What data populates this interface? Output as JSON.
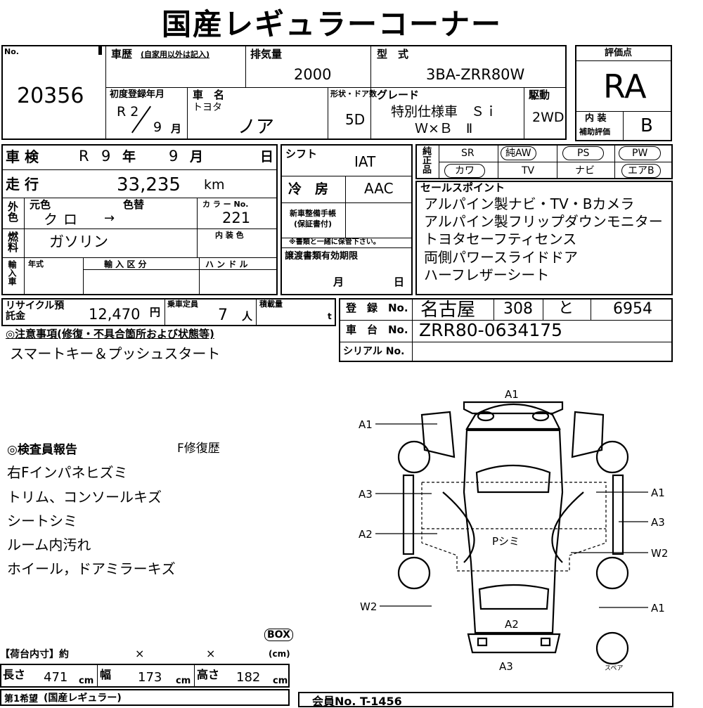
{
  "title": "国産レギュラーコーナー",
  "lot": {
    "label": "No.",
    "value": "20356"
  },
  "history": {
    "label": "車歴",
    "sub": "(自家用以外は記入)",
    "value": ""
  },
  "displacement": {
    "label": "排気量",
    "value": "2000"
  },
  "model": {
    "label": "型　式",
    "value": "3BA-ZRR80W"
  },
  "rating": {
    "label": "評価点",
    "value": "RA",
    "interior_label": "内 装",
    "interior_sub": "補助評価",
    "interior_value": "B"
  },
  "first_reg": {
    "label": "初度登録年月",
    "era": "R 2",
    "month": "9",
    "month_unit": "月"
  },
  "car_name": {
    "label": "車　名",
    "maker": "トヨタ",
    "value": "ノア"
  },
  "doors": {
    "label": "形状・ドア数",
    "value": "5D"
  },
  "grade": {
    "label": "グレード",
    "line1": "特別仕様車　Ｓｉ",
    "line2": "Ｗ×Ｂ　Ⅱ"
  },
  "drive": {
    "label": "駆動",
    "value": "2WD"
  },
  "inspection": {
    "label": "車 検",
    "era": "R",
    "year": "9",
    "year_unit": "年",
    "month": "9",
    "month_unit": "月",
    "day_unit": "日"
  },
  "mileage": {
    "label": "走 行",
    "value": "33,235",
    "unit": "km"
  },
  "shift": {
    "label": "シフト",
    "value": "IAT"
  },
  "ac": {
    "label": "冷　房",
    "value": "AAC"
  },
  "equipment": {
    "label": "純正品",
    "row1": [
      "SR",
      "純AW",
      "PS",
      "PW"
    ],
    "row2": [
      "カワ",
      "TV",
      "ナビ",
      "エアB"
    ]
  },
  "exterior": {
    "label": "外色",
    "orig_label": "元色",
    "change_label": "色替",
    "orig_value": "クロ",
    "change_value": "→",
    "colorno_label": "カ ラ ー No.",
    "colorno_value": "221",
    "interior_color_label": "内 装 色"
  },
  "warranty": {
    "label": "新車整備手帳(保証書付)",
    "note": "※書類と一緒に保管下さい。"
  },
  "fuel": {
    "label": "燃料",
    "value": "ガソリン"
  },
  "transfer": {
    "label": "譲渡書類有効期限",
    "month_unit": "月",
    "day_unit": "日"
  },
  "import": {
    "label": "輸入車",
    "year_label": "年式",
    "class_label": "輸 入 区 分",
    "handle_label": "ハ ン ド ル"
  },
  "sales": {
    "label": "セールスポイント",
    "points": [
      "アルパイン製ナビ・TV・Bカメラ",
      "アルパイン製フリップダウンモニター",
      "トヨタセーフティセンス",
      "両側パワースライドドア",
      "ハーフレザーシート"
    ]
  },
  "recycle": {
    "label": "リサイクル預託金",
    "value": "12,470",
    "unit": "円"
  },
  "capacity": {
    "label": "乗車定員",
    "value": "7",
    "unit": "人"
  },
  "load": {
    "label": "積載量",
    "unit": "t"
  },
  "registration": {
    "label": "登　録　No.",
    "office": "名古屋",
    "class": "308",
    "kana": "と",
    "number": "6954"
  },
  "chassis": {
    "label": "車　台　No.",
    "value": "ZRR80-0634175"
  },
  "serial": {
    "label": "シリアル No.",
    "value": ""
  },
  "notes": {
    "label": "◎注意事項(修復・不具合箇所および状態等)",
    "text": "スマートキー＆プッシュスタート"
  },
  "inspector": {
    "label": "◎検査員報告",
    "repair": "F修復歴",
    "lines": [
      "右Fインパネヒズミ",
      "トリム、コンソールキズ",
      "シートシミ",
      "ルーム内汚れ",
      "ホイール，ドアミラーキズ"
    ]
  },
  "diagram": {
    "marks": {
      "front_top": "A1",
      "left_fender": "A1",
      "left_door_f": "A3",
      "left_door_r": "A2",
      "left_rear": "W2",
      "right_front": "A1",
      "right_side": "A3",
      "right_door_r": "W2",
      "right_rear": "A1",
      "rear_inner": "A2",
      "rear_bumper": "A3",
      "center": "Pシミ"
    },
    "spare": "スペア"
  },
  "cargo": {
    "label": "【荷台内寸】約",
    "x1": "×",
    "x2": "×",
    "box": "BOX",
    "box_unit": "(cm)",
    "length_label": "長さ",
    "length": "471",
    "width_label": "幅",
    "width": "173",
    "height_label": "高さ",
    "height": "182",
    "unit": "cm"
  },
  "wish": {
    "label": "第1希望",
    "value": "(国産レギュラー)"
  },
  "member": {
    "value": "会員No. T-1456"
  }
}
